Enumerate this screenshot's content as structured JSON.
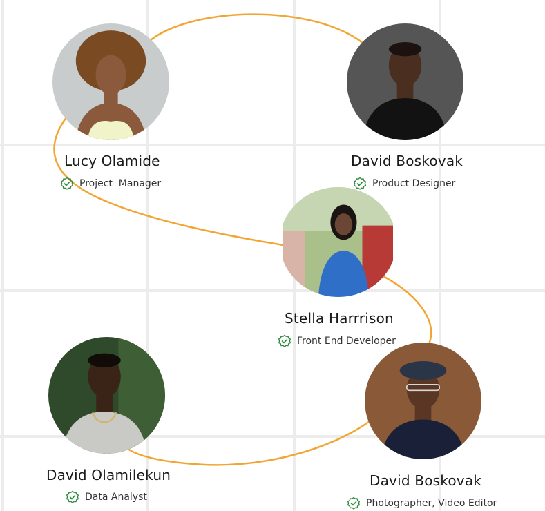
{
  "colors": {
    "connector": "#f3a533",
    "grid_line": "#ececec",
    "verified": "#2e8a3e"
  },
  "team": [
    {
      "name": "Lucy Olamide",
      "role": "Project  Manager",
      "badge_icon": "verified-check-icon"
    },
    {
      "name": "David Boskovak",
      "role": "Product Designer",
      "badge_icon": "verified-check-icon"
    },
    {
      "name": "Stella Harrrison",
      "role": "Front End Developer",
      "badge_icon": "verified-check-icon"
    },
    {
      "name": "David Olamilekun",
      "role": "Data Analyst",
      "badge_icon": "verified-check-icon"
    },
    {
      "name": "David Boskovak",
      "role": "Photographer, Video Editor",
      "badge_icon": "verified-check-icon"
    }
  ]
}
